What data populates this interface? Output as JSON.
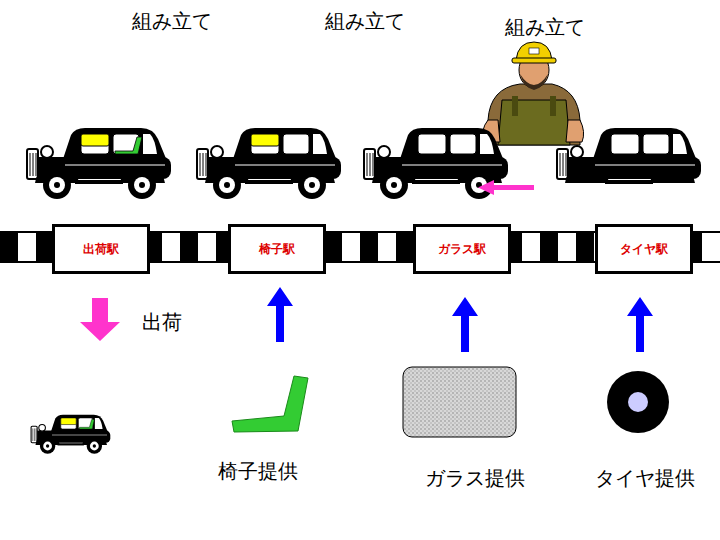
{
  "diagram": {
    "nodes": [
      {
        "text": [
          "出荷駅"
        ]
      },
      {
        "text": [
          "椅子駅"
        ]
      },
      {
        "text": [
          "ガラス駅"
        ]
      },
      {
        "text": [
          "タイヤ駅"
        ]
      }
    ],
    "labels": [
      "組み立て",
      "組み立て",
      "組み立て",
      "出荷",
      "椅子提供",
      "ガラス提供",
      "タイヤ提供"
    ]
  }
}
